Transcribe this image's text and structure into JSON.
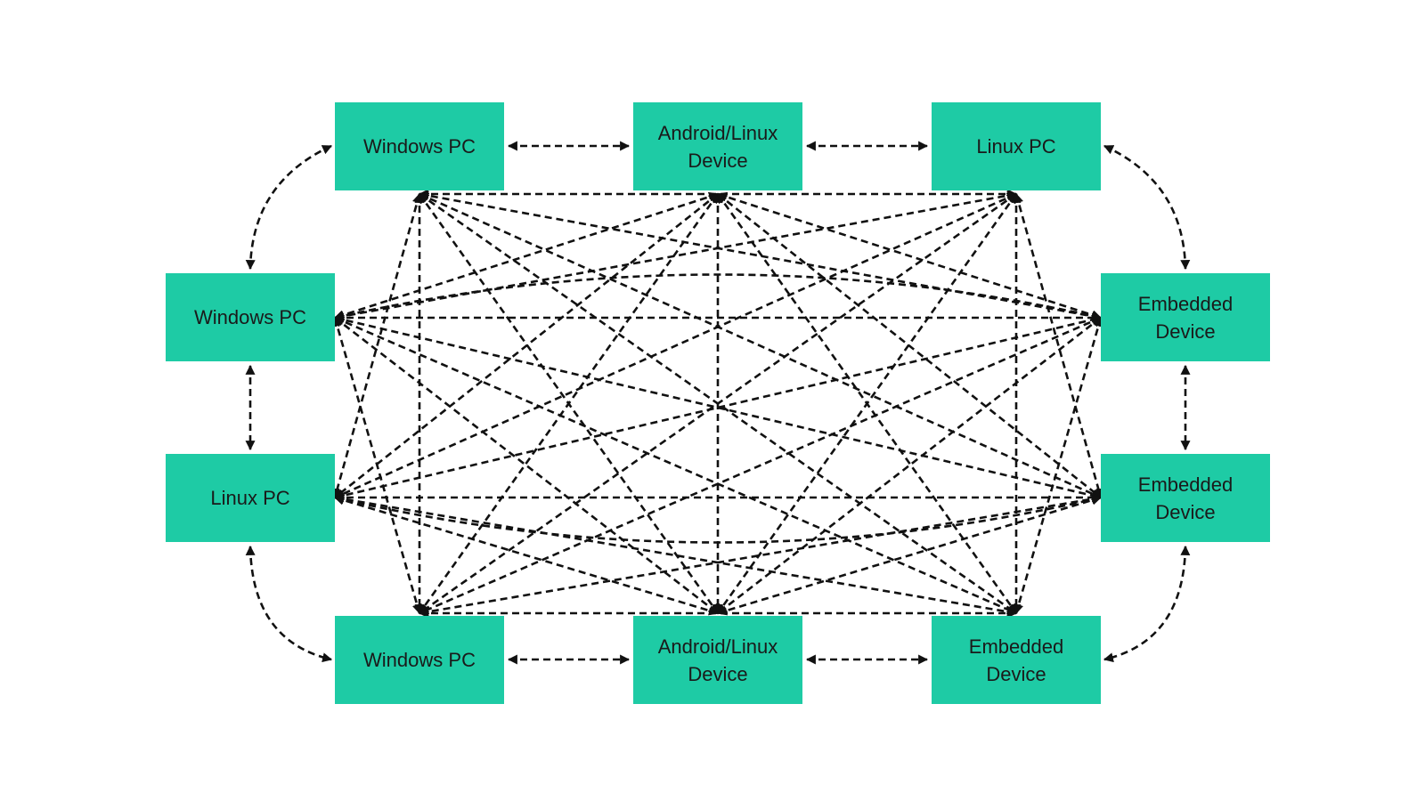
{
  "diagram": {
    "node_color": "#1ECBA5",
    "edge_color": "#111111",
    "nodes": [
      {
        "id": "top-left",
        "label": "Windows PC"
      },
      {
        "id": "top-mid",
        "label": "Android/Linux Device"
      },
      {
        "id": "top-right",
        "label": "Linux PC"
      },
      {
        "id": "left-upper",
        "label": "Windows PC"
      },
      {
        "id": "left-lower",
        "label": "Linux PC"
      },
      {
        "id": "right-upper",
        "label": "Embedded Device"
      },
      {
        "id": "right-lower",
        "label": "Embedded Device"
      },
      {
        "id": "bot-left",
        "label": "Windows PC"
      },
      {
        "id": "bot-mid",
        "label": "Android/Linux Device"
      },
      {
        "id": "bot-right",
        "label": "Embedded Device"
      }
    ],
    "edge_style": "dashed",
    "edge_arrows": "both",
    "topology": "every device connected to every other device"
  }
}
